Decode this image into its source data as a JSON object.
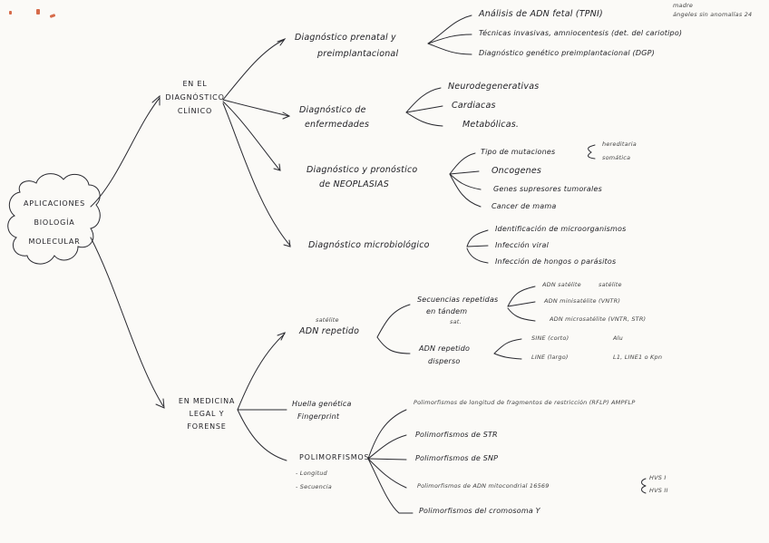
{
  "root": {
    "lines": [
      "APLICACIONES",
      "BIOLOGÍA",
      "MOLECULAR"
    ]
  },
  "clinico": {
    "label": [
      "EN EL",
      "DIAGNÓSTICO",
      "CLÍNICO"
    ],
    "prenatal": {
      "label": [
        "Diagnóstico prenatal y",
        "preimplantacional"
      ],
      "items": [
        "Análisis de ADN fetal (TPNI)",
        "Técnicas invasivas, amniocentesis (det. del cariotipo)",
        "Diagnóstico genético preimplantacional (DGP)"
      ],
      "note": [
        "madre",
        "ángeles sin anomalías 24"
      ]
    },
    "enfermedades": {
      "label": [
        "Diagnóstico de",
        "enfermedades"
      ],
      "items": [
        "Neurodegenerativas",
        "Cardiacas",
        "Metabólicas."
      ]
    },
    "neoplasias": {
      "label": [
        "Diagnóstico y pronóstico",
        "de NEOPLASIAS"
      ],
      "items": [
        "Tipo de mutaciones",
        "Oncogenes",
        "Genes supresores tumorales",
        "Cancer de mama"
      ],
      "sub": [
        "hereditaria",
        "somática"
      ]
    },
    "microbiologico": {
      "label": "Diagnóstico microbiológico",
      "items": [
        "Identificación de microorganismos",
        "Infección viral",
        "Infección de hongos o parásitos"
      ]
    }
  },
  "forense": {
    "label": [
      "EN MEDICINA",
      "LEGAL Y",
      "FORENSE"
    ],
    "adn": {
      "label": "ADN repetido",
      "small": "satélite",
      "tandem": {
        "label": [
          "Secuencias repetidas",
          "en tándem"
        ],
        "small": "sat.",
        "items": [
          "ADN satélite",
          "ADN minisatélite (VNTR)",
          "ADN microsatélite (VNTR, STR)"
        ],
        "note": "satélite"
      },
      "disperso": {
        "label": [
          "ADN repetido",
          "disperso"
        ],
        "items": [
          "SINE (corto)",
          "LINE (largo)"
        ],
        "notes": [
          "Alu",
          "L1, LINE1 o Kpn"
        ]
      }
    },
    "huella": {
      "label": [
        "Huella genética",
        "Fingerprint"
      ]
    },
    "polimorfismos": {
      "label": "POLIMORFISMOS",
      "types": [
        "- Longitud",
        "- Secuencia"
      ],
      "items": [
        "Polimorfismos de longitud de fragmentos de restricción (RFLP) AMPFLP",
        "Polimorfismos de STR",
        "Polimorfismos de SNP",
        "Polimorfismos de ADN mitocondrial 16569",
        "Polimorfismos del cromosoma Y"
      ],
      "mito_note": [
        "HVS I",
        "HVS II"
      ]
    }
  }
}
